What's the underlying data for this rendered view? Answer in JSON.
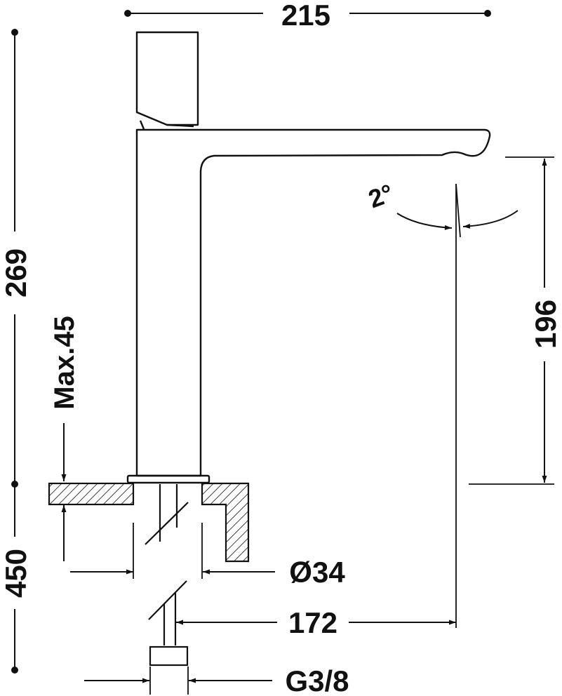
{
  "drawing": {
    "dimensions": {
      "overall_width": "215",
      "overall_height": "269",
      "spout_height": "196",
      "max_deck_thickness": "Max.45",
      "hose_length": "450",
      "body_diameter": "Ø34",
      "spout_reach": "172",
      "connection_thread": "G3/8",
      "tilt_angle": "2°"
    },
    "colors": {
      "line": "#111111",
      "background": "#ffffff"
    }
  }
}
